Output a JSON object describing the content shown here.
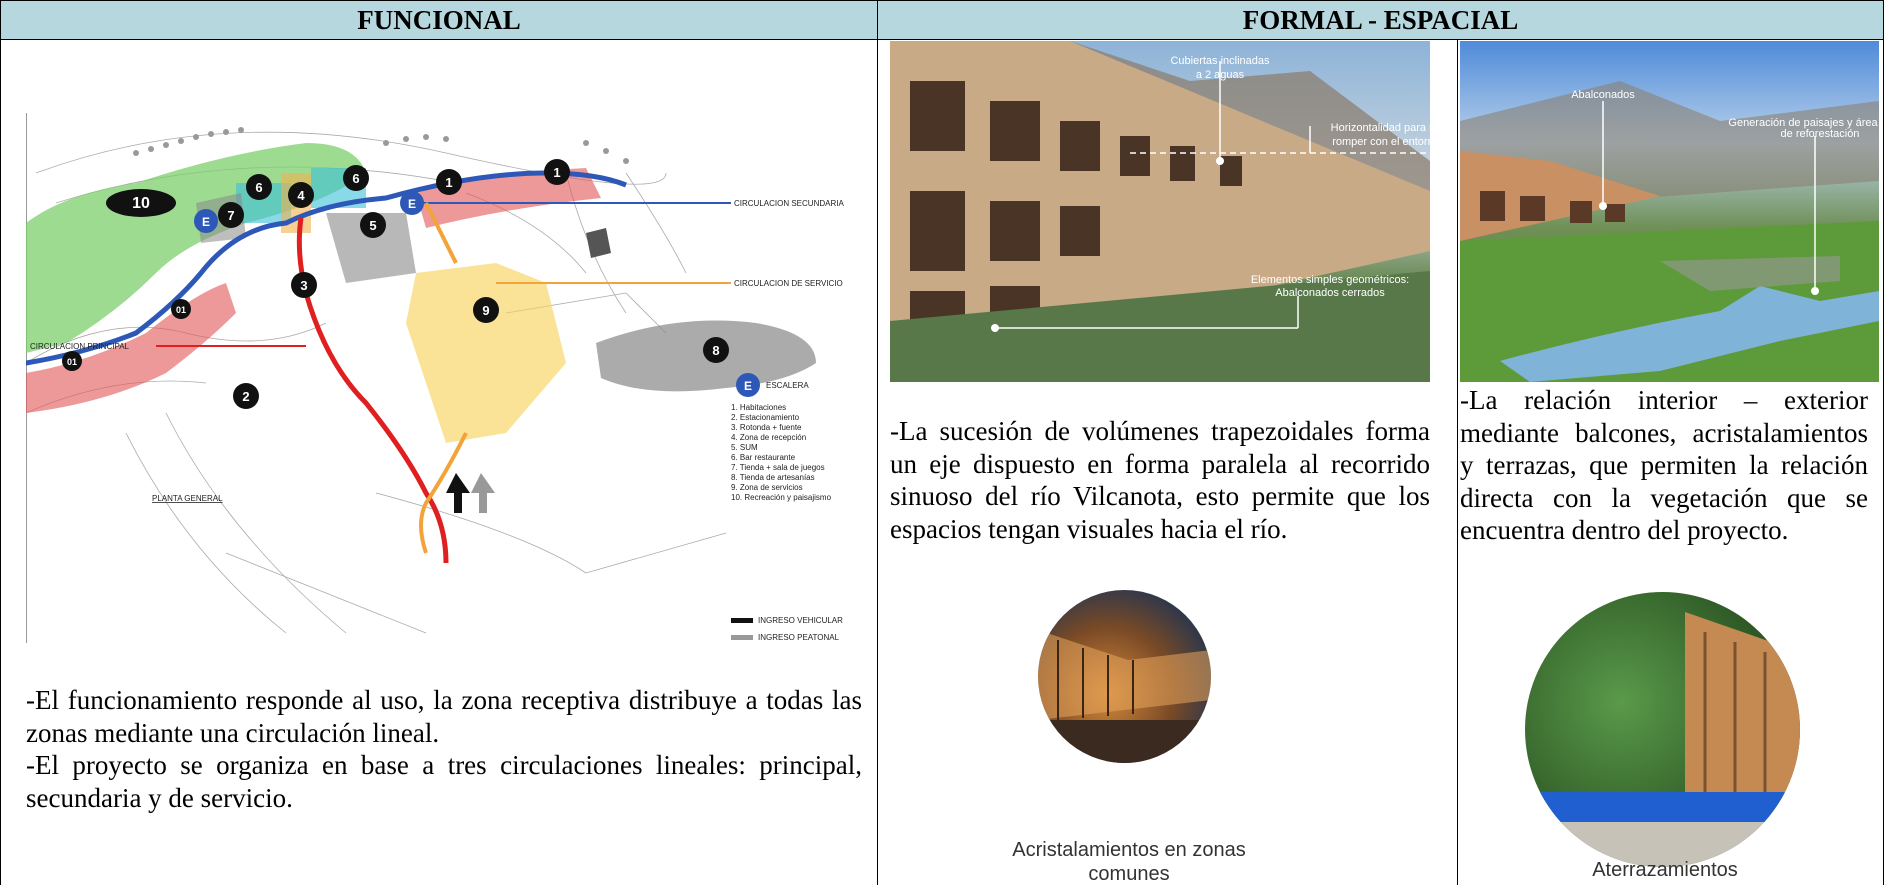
{
  "headers": {
    "funcional": "FUNCIONAL",
    "formal": "FORMAL - ESPACIAL"
  },
  "funcional": {
    "text": [
      "-El funcionamiento responde al uso, la zona receptiva distribuye a todas las zonas mediante una circulación lineal.",
      "-El proyecto se organiza en base a tres circulaciones lineales: principal, secundaria y de servicio."
    ],
    "map": {
      "labels": {
        "secundaria": "CIRCULACION SECUNDARIA",
        "servicio": "CIRCULACION DE SERVICIO",
        "principal": "CIRCULACION PRINCIPAL",
        "escalera": "ESCALERA",
        "planta": "PLANTA GENERAL",
        "ingreso_vehicular": "INGRESO VEHICULAR",
        "ingreso_peatonal": "INGRESO PEATONAL"
      },
      "legend": [
        "1.  Habitaciones",
        "2.  Estacionamiento",
        "3.  Rotonda + fuente",
        "4.  Zona de recepción",
        "5.  SUM",
        "6.  Bar restaurante",
        "7.  Tienda + sala de juegos",
        "8.  Tienda de artesanías",
        "9.  Zona de servicios",
        "10. Recreación y paisajismo"
      ]
    }
  },
  "formal": {
    "photo1": {
      "labels": [
        "Cubiertas inclinadas",
        "a 2 aguas",
        "Horizontalidad para no",
        "romper con el entorno",
        "Elementos simples geométricos:",
        "Abalconados cerrados"
      ]
    },
    "photo2": {
      "labels": [
        "Abalconados",
        "Generación de paisajes y área",
        "de reforestación"
      ]
    },
    "text_left": "-La sucesión de volúmenes trapezoidales forma un eje dispuesto en forma paralela al recorrido sinuoso del río Vilcanota, esto permite que los espacios tengan visuales hacia el río.",
    "text_right": "-La relación interior – exterior mediante balcones, acristalamientos y terrazas, que permiten la relación directa con la vegetación que se encuentra dentro del proyecto.",
    "caption_left": [
      "Acristalamientos en zonas",
      "comunes"
    ],
    "caption_right": [
      "Aterrazamientos"
    ]
  }
}
